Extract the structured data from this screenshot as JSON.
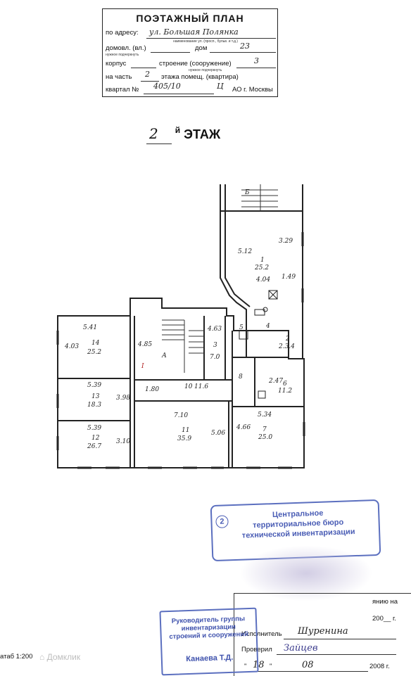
{
  "header": {
    "title": "ПОЭТАЖНЫЙ ПЛАН",
    "address_label": "по адресу:",
    "address_value": "ул. Большая Полянка",
    "street_hint": "наименование ул. (просп., бульв. и т.д.)",
    "house_label": "домовл. (вл.)",
    "house_dom_label": "дом",
    "house_value": "23",
    "hint_underline": "нужное подчеркнуть",
    "korpus_label": "корпус",
    "building_label": "строение (сооружение)",
    "building_value": "3",
    "hint_underline2": "нужное подчеркнуть",
    "part_label": "на часть",
    "floor_value": "2",
    "floor_label": "этажа помещ. (квартира)",
    "quarter_label": "квартал №",
    "quarter_value": "405/10",
    "district_value": "Ц",
    "district_label": "АО г. Москвы"
  },
  "floor_title": {
    "number": "2",
    "suffix": "й",
    "label": "ЭТАЖ"
  },
  "plan": {
    "stair_letter_b": "Б",
    "stair_letter_a": "А",
    "roman_mark": "I",
    "rooms": [
      {
        "id": "room-1",
        "num": "1",
        "area": "25.2",
        "w": "5.12",
        "h": "4.04",
        "extra": "3.29"
      },
      {
        "id": "room-1b",
        "dim": "1.49"
      },
      {
        "id": "room-2",
        "num": "2",
        "area": "2.3.4"
      },
      {
        "id": "room-3",
        "num": "3",
        "area": "7.0",
        "dim": "4.63"
      },
      {
        "id": "room-4",
        "num": "4"
      },
      {
        "id": "room-5",
        "num": "5"
      },
      {
        "id": "room-6",
        "num": "6",
        "area": "11.2",
        "dim": "2.47"
      },
      {
        "id": "room-7",
        "num": "7",
        "area": "25.0",
        "w": "5.34",
        "h": "4.66"
      },
      {
        "id": "room-8",
        "num": "8"
      },
      {
        "id": "room-10",
        "num": "10",
        "area": "11.6",
        "dim": "1.80"
      },
      {
        "id": "room-11",
        "num": "11",
        "area": "35.9",
        "w": "7.10",
        "h": "5.06"
      },
      {
        "id": "room-12",
        "num": "12",
        "area": "26.7",
        "w": "5.39",
        "h": "3.10"
      },
      {
        "id": "room-13",
        "num": "13",
        "area": "18.3",
        "w": "5.39",
        "h": "3.98"
      },
      {
        "id": "room-14",
        "num": "14",
        "area": "25.2",
        "w": "5.41",
        "h": "4.03"
      },
      {
        "id": "stair-dim",
        "dim": "4.85"
      }
    ]
  },
  "stamp_bti": {
    "number": "2",
    "lines": [
      "Центральное",
      "территориальное бюро",
      "технической инвентаризации"
    ]
  },
  "stamp_head": {
    "lines": [
      "Руководитель группы",
      "инвентаризации",
      "строений и сооружений"
    ],
    "name": "Канаева Т.Д."
  },
  "signoff": {
    "partial_top": "янию на",
    "year_suffix_1": "200__ г.",
    "executor_label": "Исполнитель",
    "executor_value": "Шуренина",
    "checked_label": "Проверил",
    "checked_value": "Зайцев",
    "date_day": "18",
    "date_month": "08",
    "date_year": "2008 г."
  },
  "scale_label": "атаб 1:200",
  "watermark": "Домклик"
}
